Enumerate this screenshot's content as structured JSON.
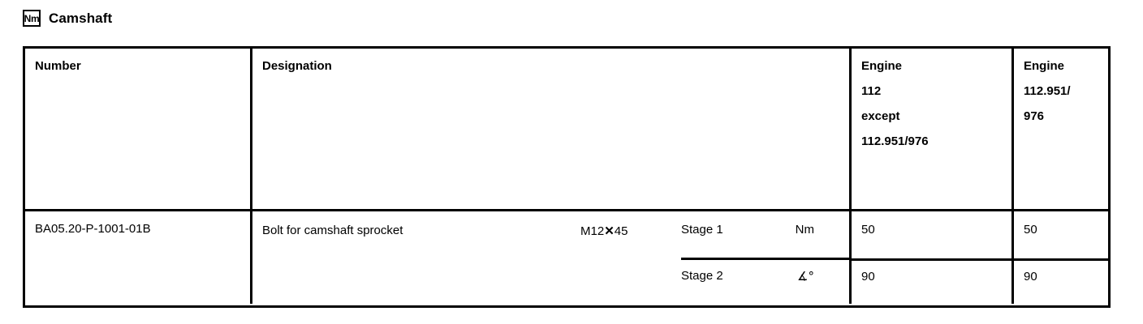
{
  "header": {
    "badge_label": "Nm",
    "badge_icon": "torque-nm-icon",
    "title": "Camshaft"
  },
  "table": {
    "columns": [
      {
        "key": "number",
        "label": "Number"
      },
      {
        "key": "designation",
        "label": "Designation"
      },
      {
        "key": "engine_1",
        "label_lines": [
          "Engine",
          "112",
          "except",
          "112.951/976"
        ]
      },
      {
        "key": "engine_2",
        "label_lines": [
          "Engine",
          "112.951/",
          "976"
        ]
      }
    ],
    "header": {
      "number": "Number",
      "designation": "Designation",
      "engine_1_line_1": "Engine",
      "engine_1_line_2": "112",
      "engine_1_line_3": "except",
      "engine_1_line_4": "112.951/976",
      "engine_2_line_1": "Engine",
      "engine_2_line_2": "112.951/",
      "engine_2_line_3": "976"
    },
    "rows": [
      {
        "number": "BA05.20-P-1001-01B",
        "designation": "Bolt for camshaft sprocket",
        "thread_prefix": "M12",
        "thread_mult": "✕",
        "thread_length": "45",
        "stages": [
          {
            "name": "Stage 1",
            "unit": "Nm",
            "unit_icon": "torque-unit",
            "engine_1": "50",
            "engine_2": "50"
          },
          {
            "name": "Stage 2",
            "unit": "∡°",
            "unit_icon": "angle-degree-icon",
            "engine_1": "90",
            "engine_2": "90"
          }
        ]
      }
    ]
  },
  "colors": {
    "text": "#000000",
    "border": "#000000",
    "background": "#ffffff"
  }
}
